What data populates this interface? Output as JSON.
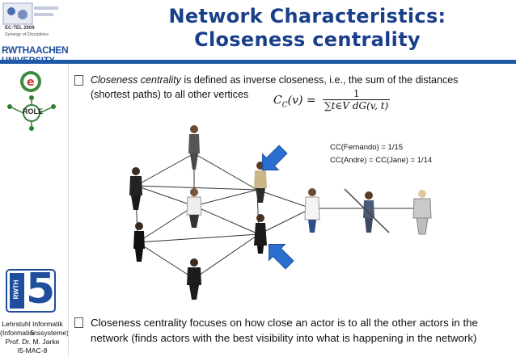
{
  "title": {
    "line1": "Network Characteristics:",
    "line2": "Closeness centrality"
  },
  "bullets": [
    {
      "italic_term": "Closeness centrality",
      "text_after": " is defined as inverse closeness, i.e., the sum of the distances",
      "line2": "(shortest paths) to all other vertices"
    },
    {
      "line1": "Closeness centrality focuses on how close an actor is to all the other actors in the",
      "line2": "network (finds actors with the best visibility into what is happening in the network)"
    }
  ],
  "formula": {
    "lhs": "C",
    "lhs_sub": "C",
    "lhs_arg": "(v) =",
    "numerator": "1",
    "denominator": "∑t∈V dG(v, t)"
  },
  "annotation": {
    "line1": "CC(Fernando) = 1/15",
    "line2": "CC(Andre) = CC(Jane) = 1/14"
  },
  "sidebar": {
    "top_logo_text_1": "EC-TEL 2009",
    "top_logo_text_2": "Synergy of Disciplines",
    "rwth_1": "RWTHAACHEN",
    "rwth_2": "UNIVERSITY",
    "role_label": "ROLE",
    "num5": "5",
    "rwth_badge": "RWTH",
    "info_lines": [
      "Lehrstuhl Informatik 5",
      "(Informationssysteme)",
      "Prof. Dr. M. Jarke",
      "I5-MAC-8"
    ]
  },
  "colors": {
    "title": "#1a3f8a",
    "accent_bar": "#1f5aa8",
    "arrow": "#2a6fd0",
    "edge": "#333333"
  }
}
